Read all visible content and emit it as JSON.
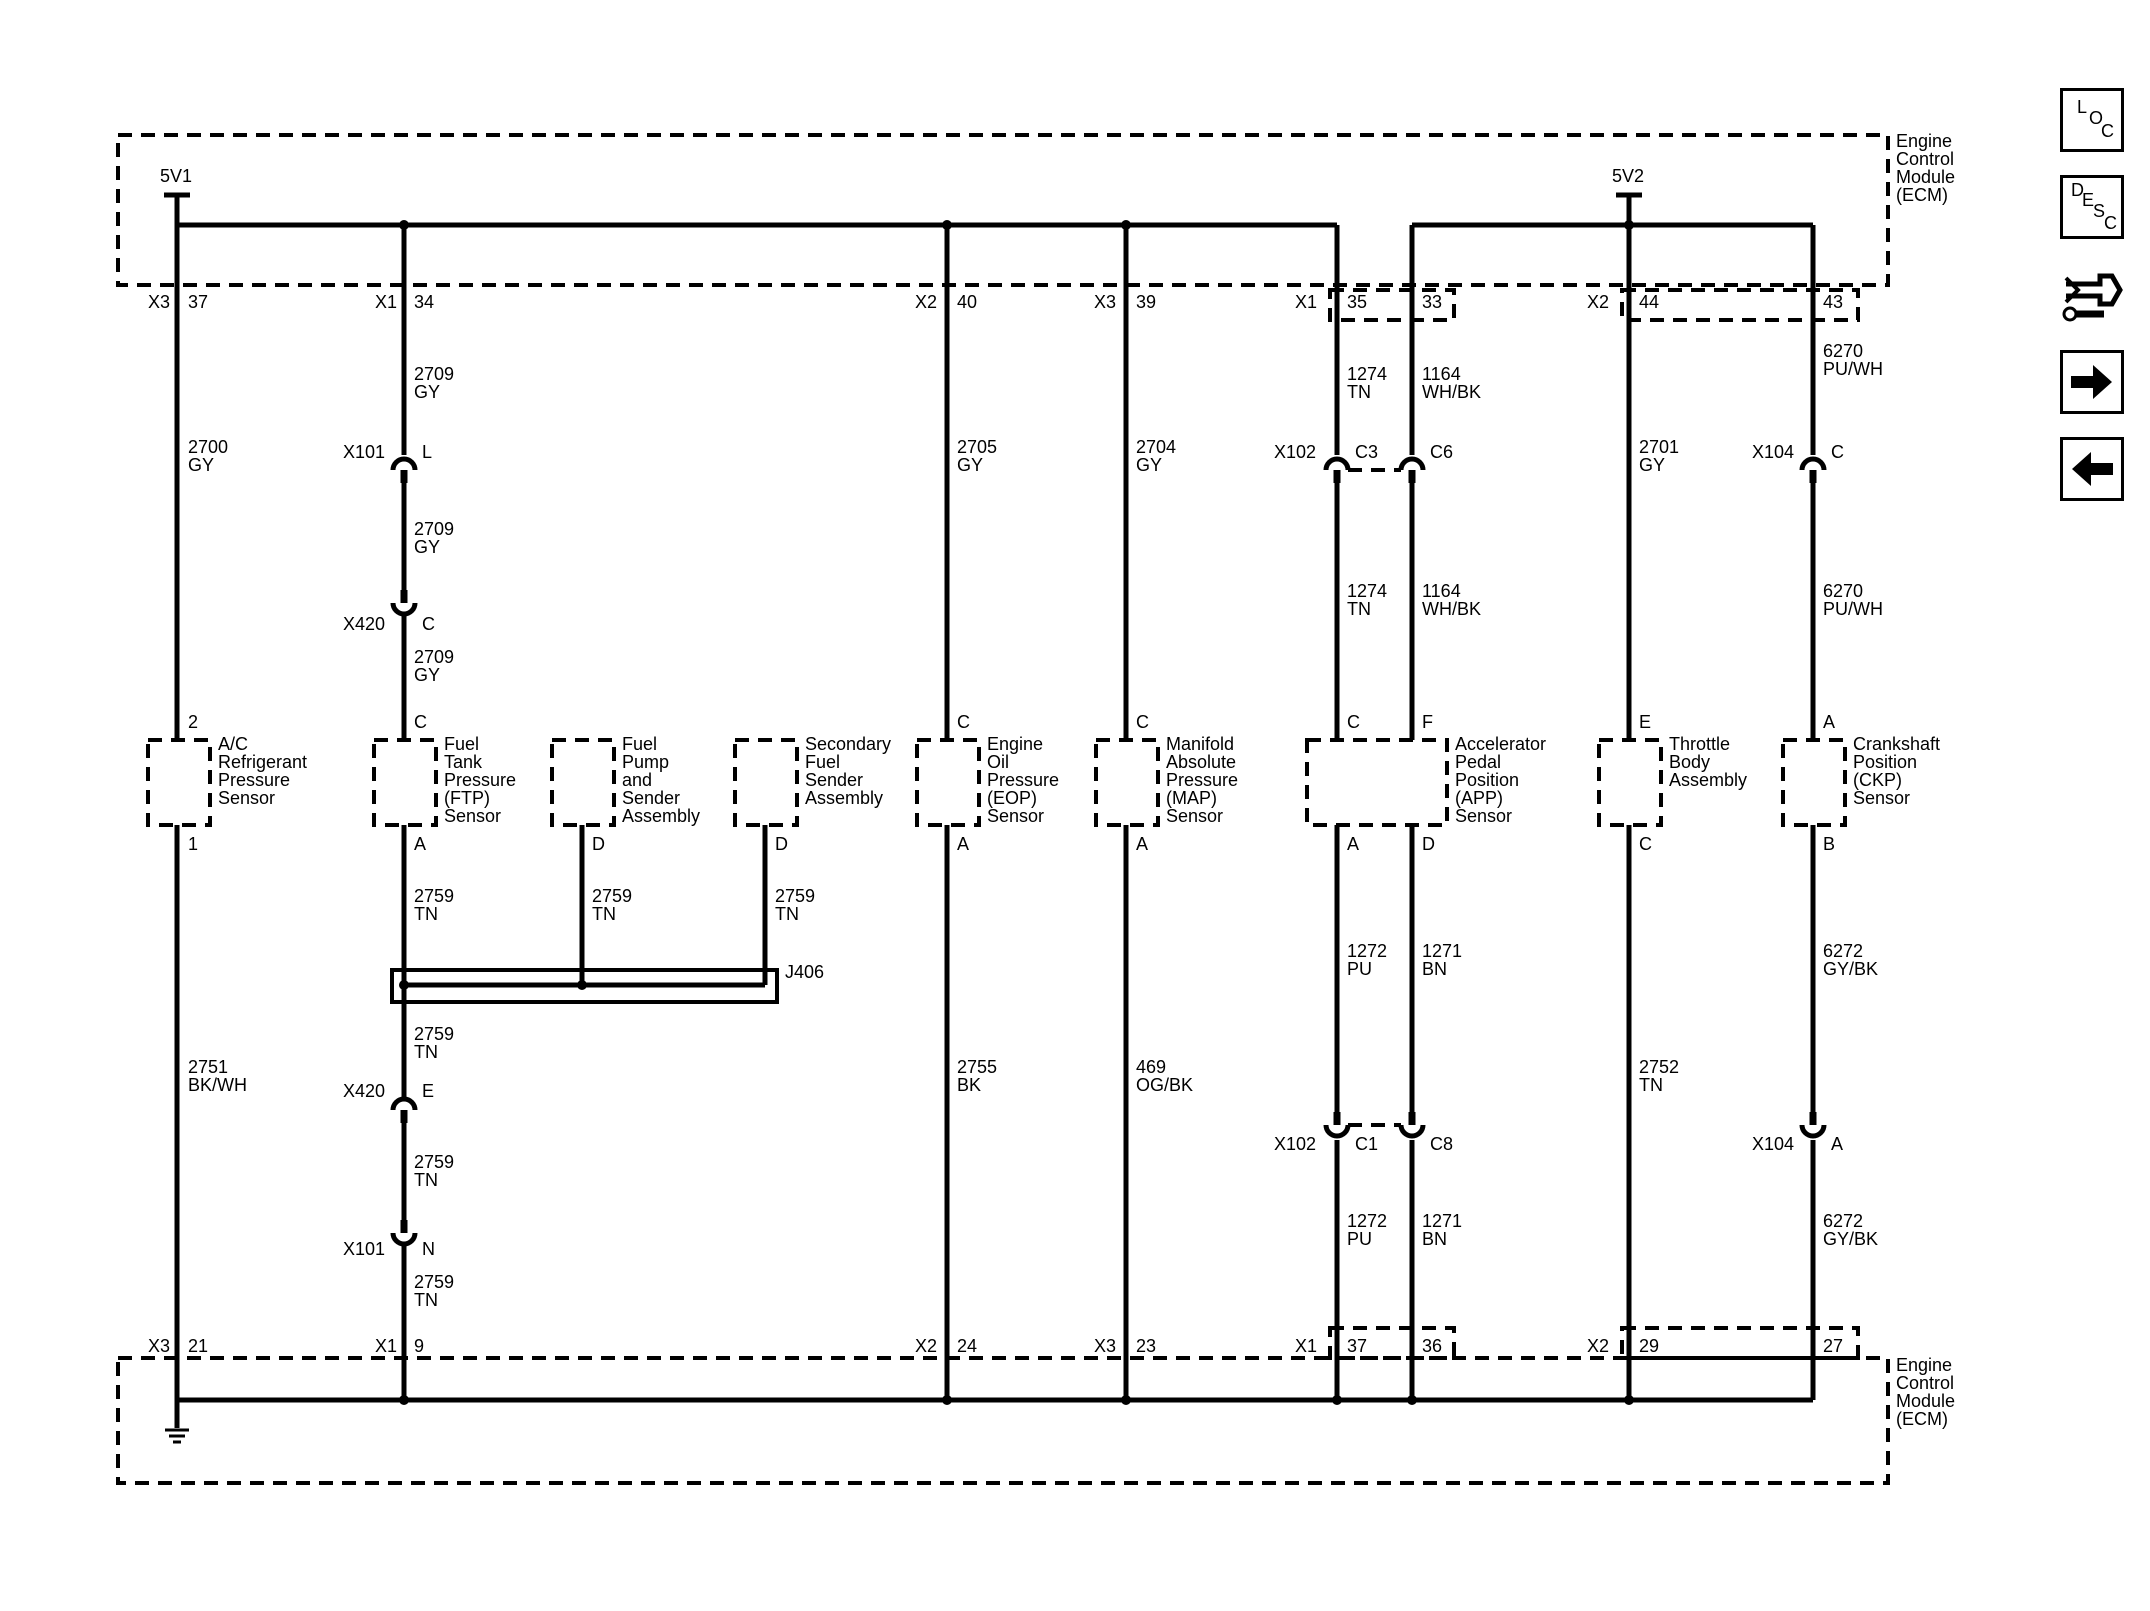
{
  "module": {
    "top_label": [
      "Engine",
      "Control",
      "Module",
      "(ECM)"
    ],
    "bottom_label": [
      "Engine",
      "Control",
      "Module",
      "(ECM)"
    ],
    "ref_5v1": "5V1",
    "ref_5v2": "5V2"
  },
  "wires": [
    {
      "top_conn": "X3",
      "top_pin": "37",
      "circuit": "2700",
      "color": "GY",
      "comp_top_pin": "2",
      "comp_bot_pin": "1",
      "lower_circuit": "2751",
      "lower_color": "BK/WH",
      "bot_conn": "X3",
      "bot_pin": "21"
    },
    {
      "top_conn": "X1",
      "top_pin": "34",
      "circuit": "2709",
      "color": "GY",
      "comp_top_pin": "C",
      "comp_bot_pin": "A",
      "lower_circuit": "2759",
      "lower_color": "TN",
      "bot_conn": "X1",
      "bot_pin": "9"
    },
    {
      "top_conn": "X2",
      "top_pin": "40",
      "circuit": "2705",
      "color": "GY",
      "comp_top_pin": "C",
      "comp_bot_pin": "A",
      "lower_circuit": "2755",
      "lower_color": "BK",
      "bot_conn": "X2",
      "bot_pin": "24"
    },
    {
      "top_conn": "X3",
      "top_pin": "39",
      "circuit": "2704",
      "color": "GY",
      "comp_top_pin": "C",
      "comp_bot_pin": "A",
      "lower_circuit": "469",
      "lower_color": "OG/BK",
      "bot_conn": "X3",
      "bot_pin": "23"
    },
    {
      "top_conn": "X1",
      "top_pin": "35",
      "circuit": "1274",
      "color": "TN",
      "comp_top_pin": "C",
      "comp_bot_pin": "A",
      "lower_circuit": "1272",
      "lower_color": "PU",
      "bot_conn": "X1",
      "bot_pin": "37"
    },
    {
      "top_conn": "",
      "top_pin": "33",
      "circuit": "1164",
      "color": "WH/BK",
      "comp_top_pin": "F",
      "comp_bot_pin": "D",
      "lower_circuit": "1271",
      "lower_color": "BN",
      "bot_conn": "",
      "bot_pin": "36"
    },
    {
      "top_conn": "X2",
      "top_pin": "44",
      "circuit": "2701",
      "color": "GY",
      "comp_top_pin": "E",
      "comp_bot_pin": "C",
      "lower_circuit": "2752",
      "lower_color": "TN",
      "bot_conn": "X2",
      "bot_pin": "29"
    },
    {
      "top_conn": "",
      "top_pin": "43",
      "circuit": "6270",
      "color": "PU/WH",
      "comp_top_pin": "A",
      "comp_bot_pin": "B",
      "lower_circuit": "6272",
      "lower_color": "GY/BK",
      "bot_conn": "",
      "bot_pin": "27"
    }
  ],
  "components": [
    {
      "lines": [
        "A/C",
        "Refrigerant",
        "Pressure",
        "Sensor"
      ]
    },
    {
      "lines": [
        "Fuel",
        "Tank",
        "Pressure",
        "(FTP)",
        "Sensor"
      ]
    },
    {
      "lines": [
        "Fuel",
        "Pump",
        "and",
        "Sender",
        "Assembly"
      ]
    },
    {
      "lines": [
        "Secondary",
        "Fuel",
        "Sender",
        "Assembly"
      ]
    },
    {
      "lines": [
        "Engine",
        "Oil",
        "Pressure",
        "(EOP)",
        "Sensor"
      ]
    },
    {
      "lines": [
        "Manifold",
        "Absolute",
        "Pressure",
        "(MAP)",
        "Sensor"
      ]
    },
    {
      "lines": [
        "Accelerator",
        "Pedal",
        "Position",
        "(APP)",
        "Sensor"
      ]
    },
    {
      "lines": [
        "Throttle",
        "Body",
        "Assembly"
      ]
    },
    {
      "lines": [
        "Crankshaft",
        "Position",
        "(CKP)",
        "Sensor"
      ]
    }
  ],
  "fuel_pump_pin": "D",
  "secondary_sender_pin": "D",
  "splice": {
    "name": "J406",
    "circuit": "2759",
    "color": "TN"
  },
  "inline_connectors": [
    {
      "conn": "X101",
      "pin": "L"
    },
    {
      "conn": "X420",
      "pin": "C"
    },
    {
      "conn": "X420",
      "pin": "E"
    },
    {
      "conn": "X101",
      "pin": "N"
    },
    {
      "conn": "X102",
      "pin": "C3"
    },
    {
      "conn": "",
      "pin": "C6"
    },
    {
      "conn": "X104",
      "pin": "C"
    },
    {
      "conn": "X102",
      "pin": "C1"
    },
    {
      "conn": "",
      "pin": "C8"
    },
    {
      "conn": "X104",
      "pin": "A"
    }
  ],
  "segment_labels": {
    "ftp_mid": {
      "circuit": "2709",
      "color": "GY"
    },
    "ftp_low": {
      "circuit": "2709",
      "color": "GY"
    },
    "app_c_upper": {
      "circuit": "1274",
      "color": "TN"
    },
    "app_f_upper": {
      "circuit": "1164",
      "color": "WH/BK"
    },
    "ckp_upper": {
      "circuit": "6270",
      "color": "PU/WH"
    },
    "ftp_splice_below": {
      "circuit": "2759",
      "color": "TN"
    },
    "ftp_x420_below": {
      "circuit": "2759",
      "color": "TN"
    },
    "ftp_x101_below": {
      "circuit": "2759",
      "color": "TN"
    },
    "app_a_lower": {
      "circuit": "1272",
      "color": "PU"
    },
    "app_d_lower": {
      "circuit": "1271",
      "color": "BN"
    },
    "ckp_lower": {
      "circuit": "6272",
      "color": "GY/BK"
    }
  },
  "nav": [
    {
      "name": "loc-button",
      "icon": "loc-icon",
      "letters": [
        "L",
        "O",
        "C"
      ]
    },
    {
      "name": "desc-button",
      "icon": "desc-icon",
      "letters": [
        "D",
        "E",
        "S",
        "C"
      ]
    },
    {
      "name": "connector-view-button",
      "icon": "connector-wrench-icon",
      "letters": []
    },
    {
      "name": "next-page-button",
      "icon": "arrow-right-icon",
      "letters": []
    },
    {
      "name": "previous-page-button",
      "icon": "arrow-left-icon",
      "letters": []
    }
  ],
  "colors": {
    "ink": "#000000",
    "background": "#ffffff"
  }
}
